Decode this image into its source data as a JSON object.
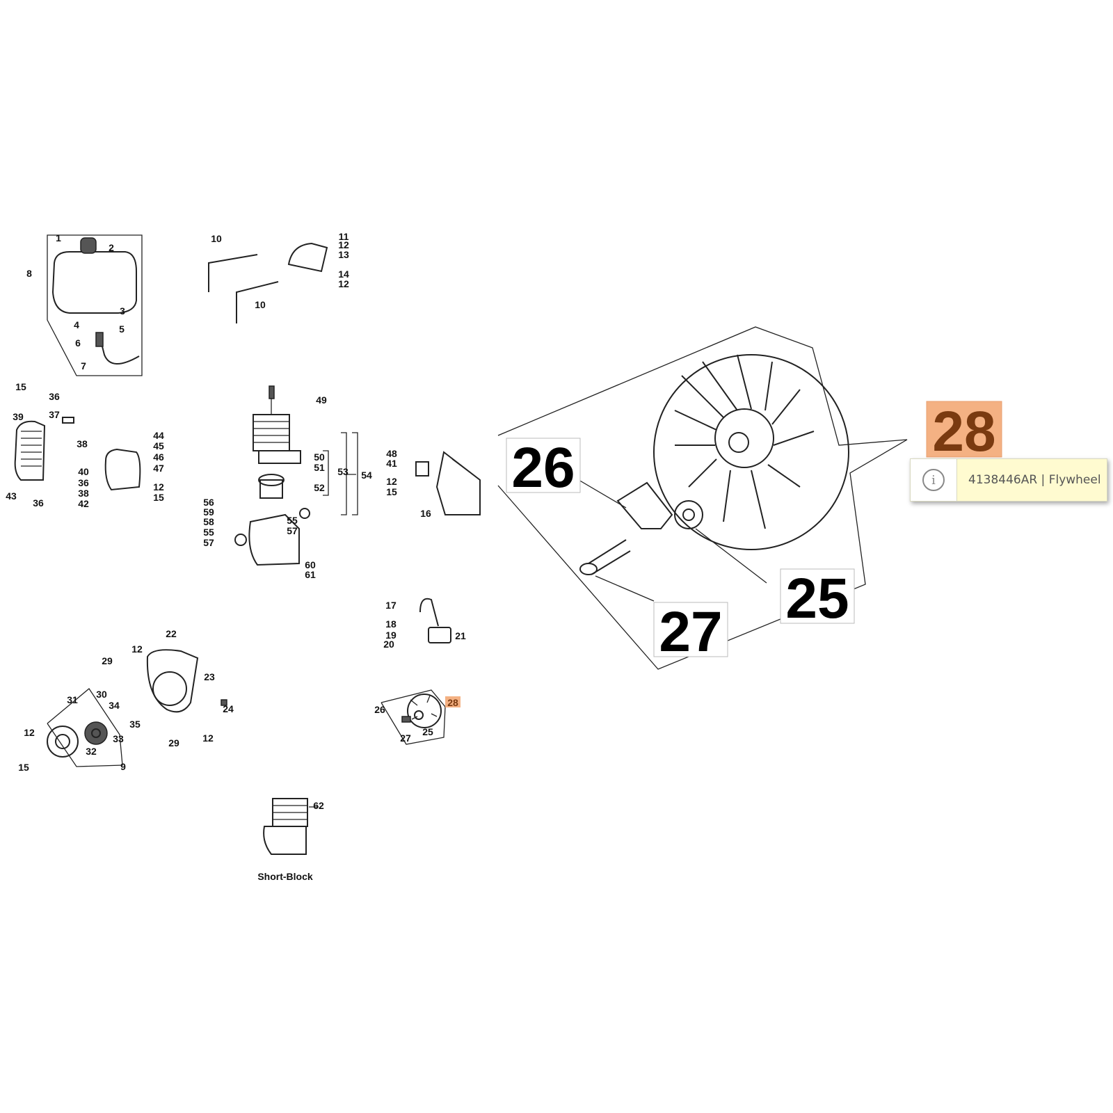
{
  "diagram": {
    "callouts": [
      "1",
      "2",
      "8",
      "3",
      "4",
      "5",
      "6",
      "7",
      "10",
      "10",
      "11",
      "12",
      "13",
      "14",
      "12",
      "15",
      "36",
      "39",
      "37",
      "38",
      "44",
      "45",
      "46",
      "47",
      "40",
      "36",
      "38",
      "42",
      "43",
      "36",
      "12",
      "15",
      "49",
      "50",
      "51",
      "53",
      "54",
      "52",
      "56",
      "59",
      "58",
      "55",
      "57",
      "55",
      "57",
      "60",
      "61",
      "48",
      "41",
      "12",
      "15",
      "16",
      "17",
      "18",
      "19",
      "20",
      "21",
      "22",
      "12",
      "29",
      "23",
      "24",
      "31",
      "30",
      "34",
      "35",
      "33",
      "32",
      "9",
      "12",
      "15",
      "29",
      "12",
      "26",
      "25",
      "27",
      "62"
    ],
    "highlighted_callout": "28",
    "short_block_label": "Short-Block",
    "enlarged_callouts": [
      "26",
      "25",
      "27"
    ],
    "enlarged_highlight": "28"
  },
  "tooltip": {
    "icon": "info-icon",
    "text": "4138446AR | Flywheel"
  },
  "colors": {
    "highlight_bg": "#f4b183",
    "highlight_text": "#7a3a10",
    "tooltip_bg": "#fffbd0"
  }
}
